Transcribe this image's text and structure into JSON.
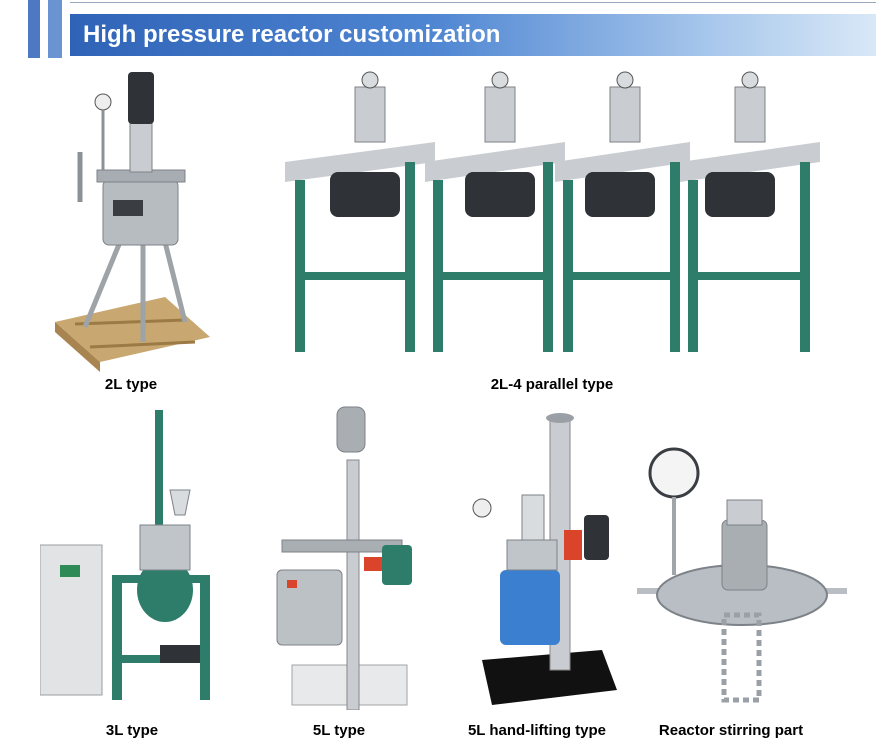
{
  "header": {
    "title": "High pressure reactor customization"
  },
  "captions": {
    "r2l": "2L type",
    "r2l_parallel": "2L-4 parallel type",
    "r3l": "3L type",
    "r5l": "5L type",
    "r5l_hand": "5L hand-lifting type",
    "stirring": "Reactor stirring part"
  },
  "colors": {
    "title_bar": "#2f63b7",
    "frame_green": "#2e7d6b",
    "steel": "#b9bec4",
    "cabinet": "#e2e3e5",
    "blue_vessel": "#3b7fd0"
  }
}
